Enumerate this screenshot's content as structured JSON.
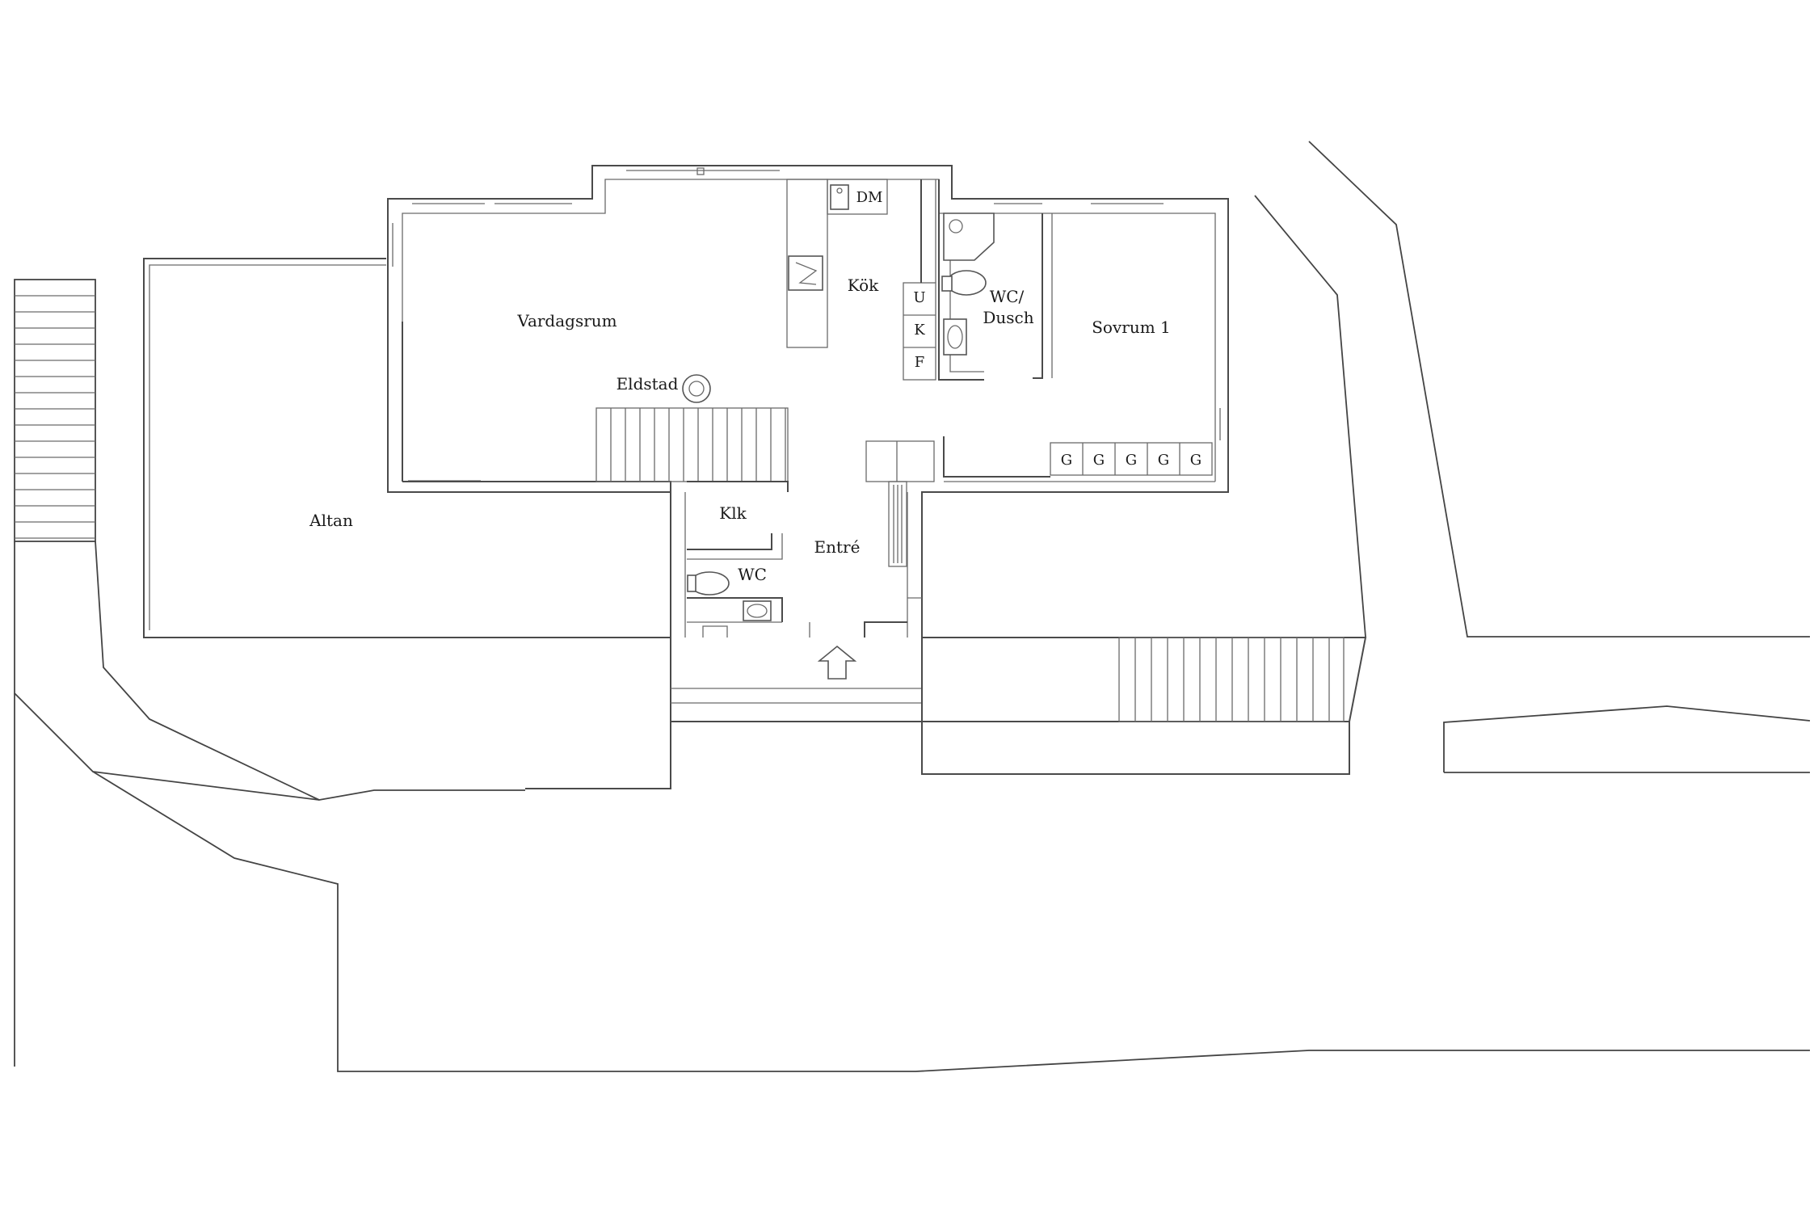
{
  "rooms": {
    "vardagsrum": "Vardagsrum",
    "kok": "Kök",
    "dm": "DM",
    "u": "U",
    "k": "K",
    "f": "F",
    "wc_dusch_1": "WC/",
    "wc_dusch_2": "Dusch",
    "sovrum": "Sovrum 1",
    "eldstad": "Eldstad",
    "altan": "Altan",
    "klk": "Klk",
    "entre": "Entré",
    "wc": "WC",
    "wardrobe": "G"
  },
  "colors": {
    "line": "#4a4a4a",
    "background": "#ffffff"
  }
}
